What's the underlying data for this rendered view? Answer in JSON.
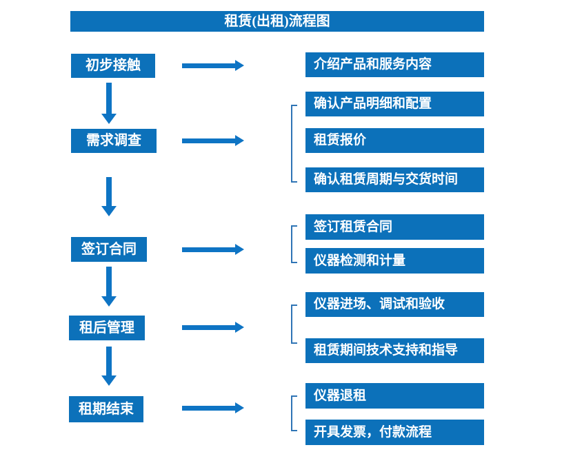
{
  "title": "租赁(出租)流程图",
  "colors": {
    "box_blue": "#0c71ba",
    "arrow_blue": "#0e74c4",
    "bracket_blue": "#2e74b5",
    "text_white": "#ffffff",
    "background": "#ffffff"
  },
  "left_steps": [
    {
      "label": "初步接触"
    },
    {
      "label": "需求调查"
    },
    {
      "label": "签订合同"
    },
    {
      "label": "租后管理"
    },
    {
      "label": "租期结束"
    }
  ],
  "right_items": [
    {
      "label": "介绍产品和服务内容",
      "group": "初步接触"
    },
    {
      "label": "确认产品明细和配置",
      "group": "需求调查"
    },
    {
      "label": "租赁报价",
      "group": "需求调查"
    },
    {
      "label": "确认租赁周期与交货时间",
      "group": "需求调查"
    },
    {
      "label": "签订租赁合同",
      "group": "签订合同"
    },
    {
      "label": "仪器检测和计量",
      "group": "签订合同"
    },
    {
      "label": "仪器进场、调试和验收",
      "group": "租后管理"
    },
    {
      "label": "租赁期间技术支持和指导",
      "group": "租后管理"
    },
    {
      "label": "仪器退租",
      "group": "租期结束"
    },
    {
      "label": "开具发票，付款流程",
      "group": "租期结束"
    }
  ]
}
